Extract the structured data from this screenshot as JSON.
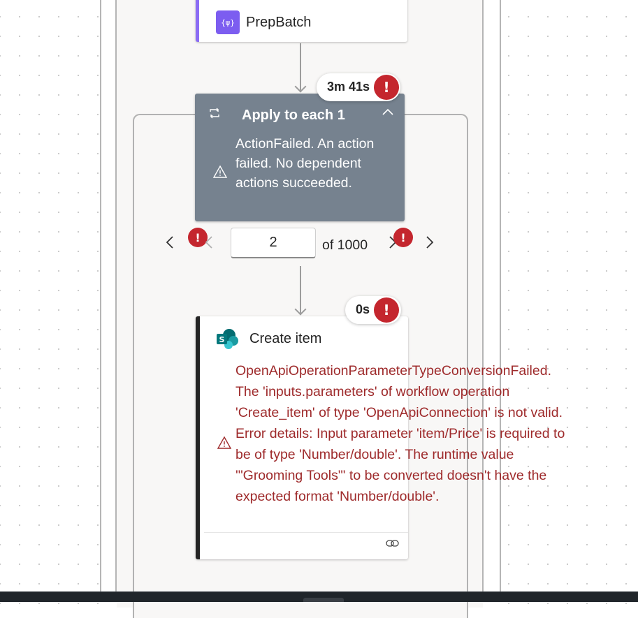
{
  "prep_batch": {
    "title": "PrepBatch",
    "icon": "{ψ}"
  },
  "apply_to_each": {
    "title": "Apply to each 1",
    "duration": "3m 41s",
    "status_icon": "!",
    "message": "ActionFailed. An action failed. No dependent actions succeeded."
  },
  "pagination": {
    "current": "2",
    "of_label": "of 1000",
    "prev_status": "!",
    "next_status": "!"
  },
  "create_item": {
    "title": "Create item",
    "duration": "0s",
    "status_icon": "!",
    "message": "OpenApiOperationParameterTypeConversionFailed. The 'inputs.parameters' of workflow operation 'Create_item' of type 'OpenApiConnection' is not valid. Error details: Input parameter 'item/Price' is required to be of type 'Number/double'. The runtime value '\"Grooming Tools\"' to be converted doesn't have the expected format 'Number/double'."
  },
  "colors": {
    "error": "#c4262e",
    "apply_card": "#76828f",
    "prep_accent": "#8b6cf5",
    "error_text": "#9e2a2b",
    "success": "#3b7d23"
  }
}
